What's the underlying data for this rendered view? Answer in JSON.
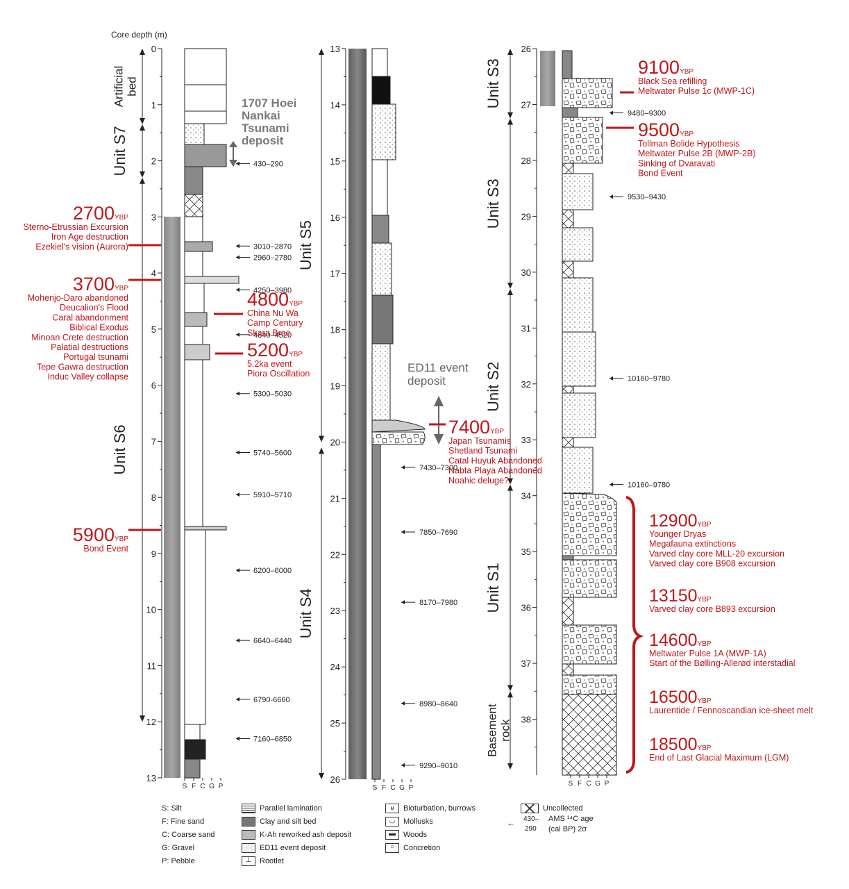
{
  "core_depth_label": "Core depth (m)",
  "columns": [
    {
      "id": "c1",
      "depth_start": 0,
      "depth_end": 13,
      "ticks": [
        0,
        1,
        2,
        3,
        4,
        5,
        6,
        7,
        8,
        9,
        10,
        11,
        12,
        13
      ]
    },
    {
      "id": "c2",
      "depth_start": 13,
      "depth_end": 26,
      "ticks": [
        13,
        14,
        15,
        16,
        17,
        18,
        19,
        20,
        21,
        22,
        23,
        24,
        25,
        26
      ]
    },
    {
      "id": "c3",
      "depth_start": 26,
      "depth_end": 39,
      "ticks": [
        26,
        27,
        28,
        29,
        30,
        31,
        32,
        33,
        34,
        35,
        36,
        37,
        38
      ]
    }
  ],
  "units": [
    {
      "col": "c1",
      "label": "Artificial bed",
      "from": 0,
      "to": 1.35
    },
    {
      "col": "c1",
      "label": "Unit S7",
      "from": 1.35,
      "to": 2.3
    },
    {
      "col": "c1",
      "label": "Unit S6",
      "from": 2.3,
      "to": 12
    },
    {
      "col": "c2",
      "label": "Unit S5",
      "from": 13,
      "to": 20
    },
    {
      "col": "c2",
      "label": "Unit S4",
      "from": 20.1,
      "to": 26
    },
    {
      "col": "c3",
      "label": "Unit S3",
      "from": 26,
      "to": 27.25
    },
    {
      "col": "c3",
      "label": "Unit S3",
      "from": 27.25,
      "to": 30.3
    },
    {
      "col": "c3",
      "label": "Unit S2",
      "from": 30.3,
      "to": 33.8
    },
    {
      "col": "c3",
      "label": "Unit S1",
      "from": 33.8,
      "to": 37.5
    },
    {
      "col": "c3",
      "label": "Basement rock",
      "from": 37.5,
      "to": 38.9
    }
  ],
  "ages": [
    {
      "col": "c1",
      "depth": 2.05,
      "text": "430–290"
    },
    {
      "col": "c1",
      "depth": 3.52,
      "text": "3010–2870"
    },
    {
      "col": "c1",
      "depth": 3.72,
      "text": "2960–2780"
    },
    {
      "col": "c1",
      "depth": 4.3,
      "text": "4250–3980"
    },
    {
      "col": "c1",
      "depth": 5.1,
      "text": "4840–4520"
    },
    {
      "col": "c1",
      "depth": 6.15,
      "text": "5300–5030"
    },
    {
      "col": "c1",
      "depth": 7.2,
      "text": "5740–5600"
    },
    {
      "col": "c1",
      "depth": 7.95,
      "text": "5910–5710"
    },
    {
      "col": "c1",
      "depth": 9.3,
      "text": "6200–6000"
    },
    {
      "col": "c1",
      "depth": 10.55,
      "text": "6640–6440"
    },
    {
      "col": "c1",
      "depth": 11.6,
      "text": "6790-6660"
    },
    {
      "col": "c1",
      "depth": 12.3,
      "text": "7160–6850"
    },
    {
      "col": "c2",
      "depth": 20.45,
      "text": "7430–7300"
    },
    {
      "col": "c2",
      "depth": 21.6,
      "text": "7850–7690"
    },
    {
      "col": "c2",
      "depth": 22.85,
      "text": "8170–7980"
    },
    {
      "col": "c2",
      "depth": 24.65,
      "text": "8980–8640"
    },
    {
      "col": "c2",
      "depth": 25.75,
      "text": "9290–9010"
    },
    {
      "col": "c3",
      "depth": 27.15,
      "text": "9480–9300"
    },
    {
      "col": "c3",
      "depth": 28.65,
      "text": "9530–9430"
    },
    {
      "col": "c3",
      "depth": 31.9,
      "text": "10160–9780"
    },
    {
      "col": "c3",
      "depth": 33.8,
      "text": "10160–9780"
    }
  ],
  "event_labels": [
    {
      "id": "hoei",
      "lines": [
        "1707 Hoei",
        "Nankai",
        "Tsunami",
        "deposit"
      ]
    },
    {
      "id": "ed11",
      "lines": [
        "ED11 event",
        "deposit"
      ]
    }
  ],
  "overlays": [
    {
      "id": "ov2700",
      "ybp": "2700",
      "sub": "YBP",
      "align": "right",
      "lines": [
        "Sterno-Etrussian Excursion",
        "Iron Age destruction",
        "Ezekiel's vision (Aurora)"
      ]
    },
    {
      "id": "ov3700",
      "ybp": "3700",
      "sub": "YBP",
      "align": "right",
      "lines": [
        "Mohenjo-Daro abandoned",
        "Deucalion's Flood",
        "Caral abandonment",
        "Biblical Exodus",
        "Minoan Crete destruction",
        "Palatial destructions",
        "Portugal tsunami",
        "Tepe Gawra destruction",
        "Induc Valley collapse"
      ]
    },
    {
      "id": "ov4800",
      "ybp": "4800",
      "sub": "YBP",
      "align": "left",
      "lines": [
        "China Nu Wa",
        "Camp Century",
        "Skara Brae"
      ]
    },
    {
      "id": "ov5200",
      "ybp": "5200",
      "sub": "YBP",
      "align": "left",
      "lines": [
        "5.2ka event",
        "Piora Oscillation"
      ]
    },
    {
      "id": "ov5900",
      "ybp": "5900",
      "sub": "YBP",
      "align": "right",
      "lines": [
        "Bond Event"
      ]
    },
    {
      "id": "ov7400",
      "ybp": "7400",
      "sub": "YBP",
      "align": "left",
      "lines": [
        "Japan Tsunamis",
        "Shetland Tsunami",
        "Catal Huyuk Abandoned",
        "Nabta Playa Abandoned",
        "Noahic deluge?"
      ]
    },
    {
      "id": "ov9100",
      "ybp": "9100",
      "sub": "YBP",
      "align": "left",
      "lines": [
        "Black Sea refilling",
        "Meltwater Pulse 1c (MWP-1C)"
      ]
    },
    {
      "id": "ov9500",
      "ybp": "9500",
      "sub": "YBP",
      "align": "left",
      "lines": [
        "Tollman Bolide Hypothesis",
        "Meltwater Pulse 2B (MWP-2B)",
        "Sinking of Dvaravati",
        "Bond Event"
      ]
    },
    {
      "id": "ov12900",
      "ybp": "12900",
      "sub": "YBP",
      "align": "left",
      "lines": [
        "Younger Dryas",
        "Megafauna extinctions",
        "Varved clay core MLL-20 excursion",
        "Varved clay core B908 excursion"
      ]
    },
    {
      "id": "ov13150",
      "ybp": "13150",
      "sub": "YBP",
      "align": "left",
      "lines": [
        "Varved clay core B893 excursion"
      ]
    },
    {
      "id": "ov14600",
      "ybp": "14600",
      "sub": "YBP",
      "align": "left",
      "lines": [
        "Meltwater Pulse 1A (MWP-1A)",
        "Start of the Bølling-Allerød interstadial"
      ]
    },
    {
      "id": "ov16500",
      "ybp": "16500",
      "sub": "YBP",
      "align": "left",
      "lines": [
        "Laurentide / Fennoscandian ice-sheet melt"
      ]
    },
    {
      "id": "ov18500",
      "ybp": "18500",
      "sub": "YBP",
      "align": "left",
      "lines": [
        "End of Last Glacial Maximum (LGM)"
      ]
    }
  ],
  "grain_labels": [
    "S",
    "F",
    "C",
    "G",
    "P"
  ],
  "legend": {
    "col1": [
      "S: Silt",
      "F: Fine sand",
      "C: Coarse sand",
      "G: Gravel",
      "P: Pebble"
    ],
    "col2": [
      "Parallel lamination",
      "Clay and silt bed",
      "K-Ah reworked ash deposit",
      "ED11 event deposit",
      "Rootlet"
    ],
    "col3": [
      "Bioturbation, burrows",
      "Mollusks",
      "Woods",
      "Concretion"
    ],
    "col4_uncollected": "Uncollected",
    "col4_age_example_top": "430–",
    "col4_age_example_bottom": "290",
    "col4_age_label_1": "AMS ¹⁴C age",
    "col4_age_label_2": "(cal BP) 2σ"
  },
  "colors": {
    "accent": "#c0161b",
    "ink": "#222222",
    "gray_text": "#7a7a7a"
  }
}
